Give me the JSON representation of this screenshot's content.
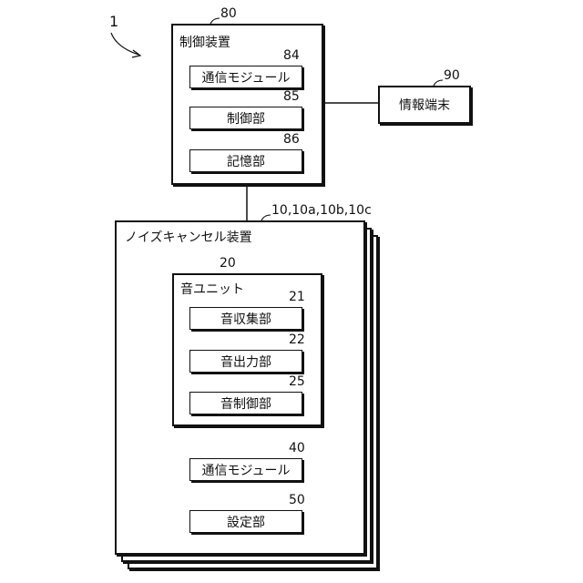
{
  "figure_ref": "1",
  "control_device": {
    "ref": "80",
    "title": "制御装置",
    "modules": [
      {
        "ref": "84",
        "label": "通信モジュール"
      },
      {
        "ref": "85",
        "label": "制御部"
      },
      {
        "ref": "86",
        "label": "記憶部"
      }
    ]
  },
  "info_terminal": {
    "ref": "90",
    "label": "情報端末"
  },
  "noise_cancel_device": {
    "ref": "10,10a,10b,10c",
    "title": "ノイズキャンセル装置",
    "sound_unit": {
      "ref": "20",
      "title": "音ユニット",
      "modules": [
        {
          "ref": "21",
          "label": "音収集部"
        },
        {
          "ref": "22",
          "label": "音出力部"
        },
        {
          "ref": "25",
          "label": "音制御部"
        }
      ]
    },
    "comm_module": {
      "ref": "40",
      "label": "通信モジュール"
    },
    "settings": {
      "ref": "50",
      "label": "設定部"
    }
  }
}
